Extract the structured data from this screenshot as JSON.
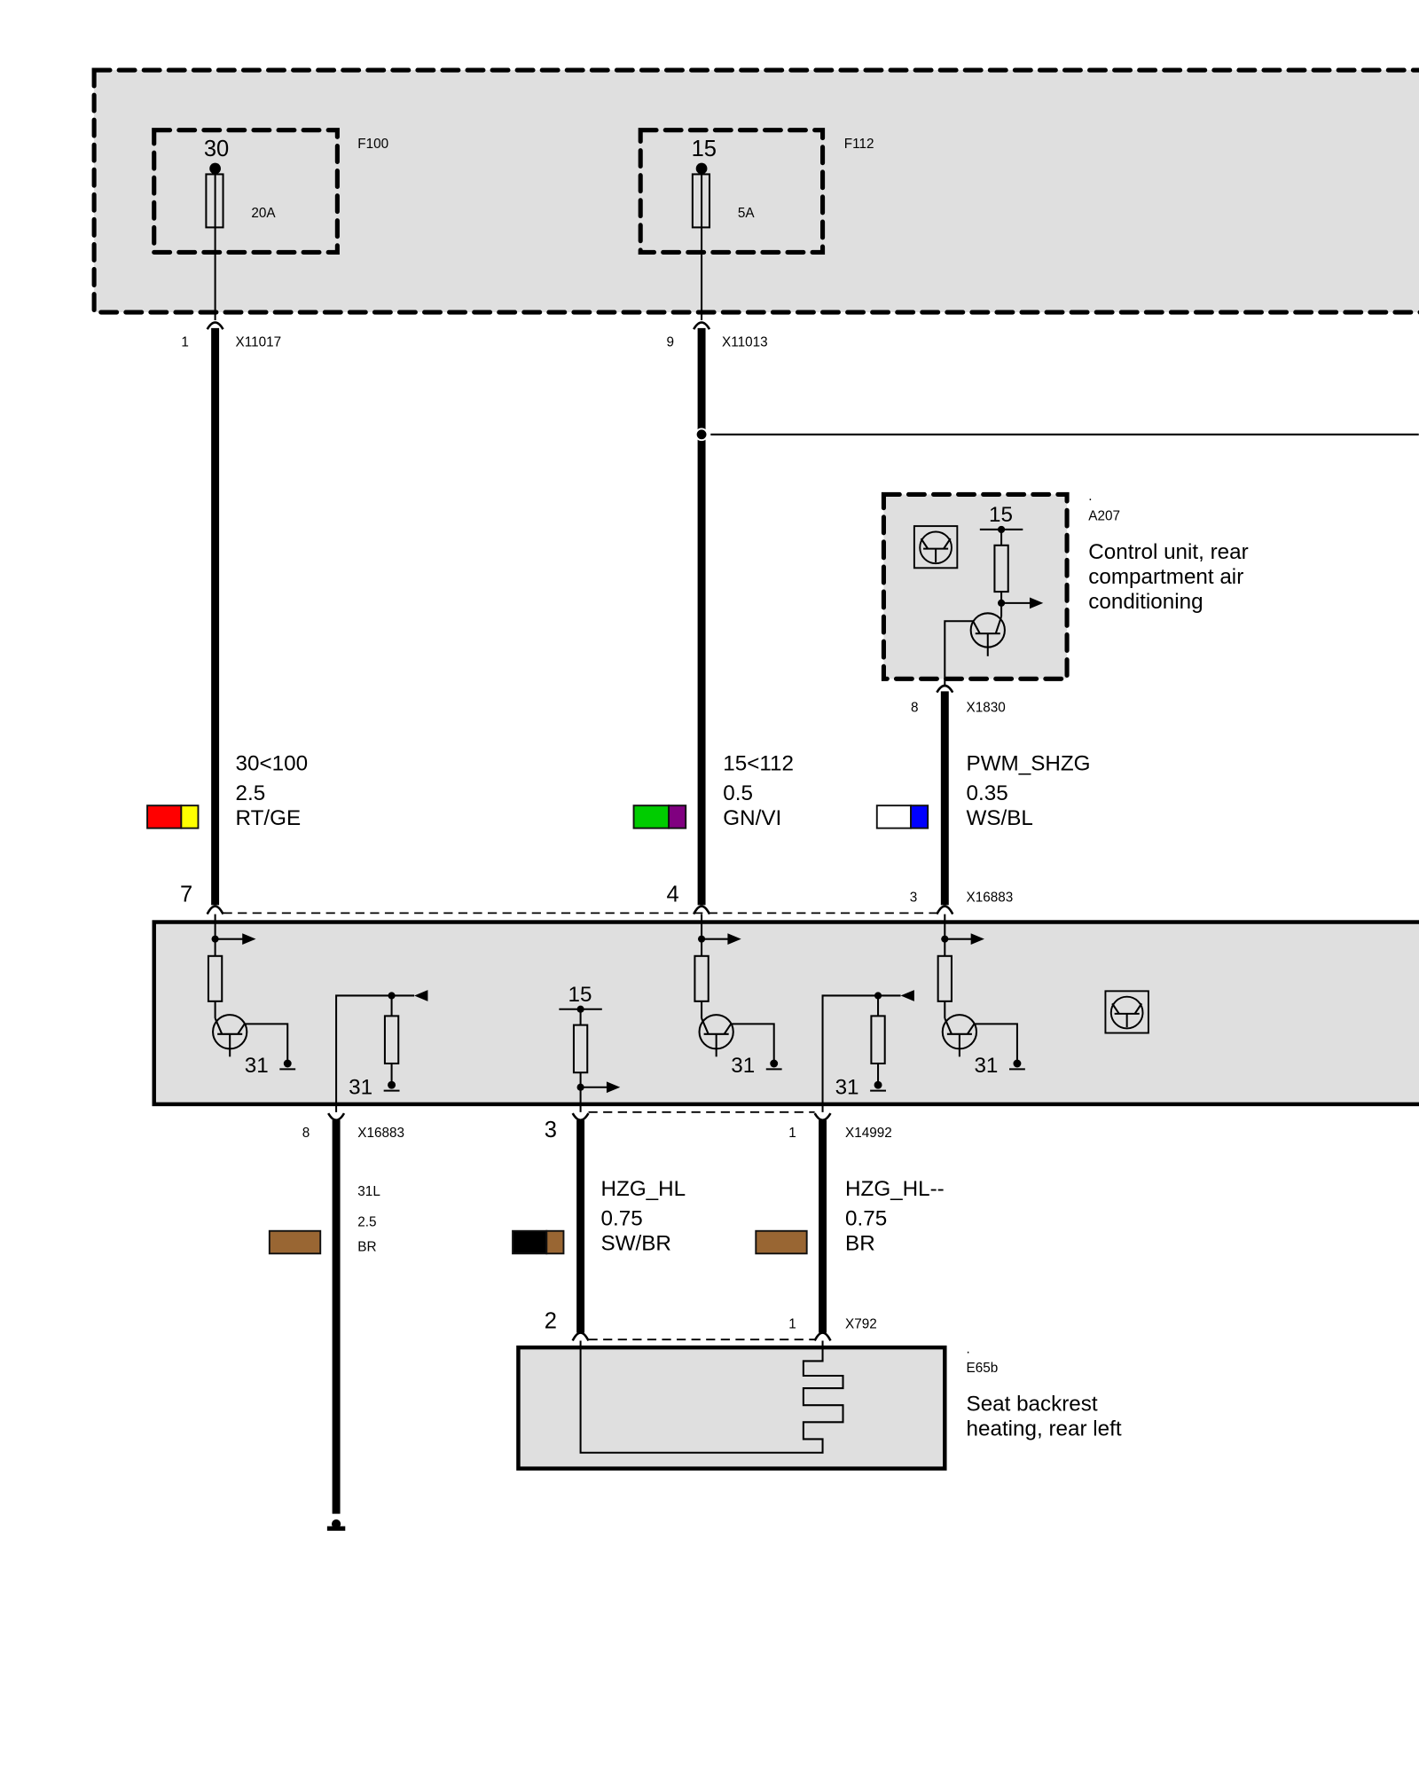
{
  "diagram": {
    "title": "Wiring diagram - seat backrest heating, rear left",
    "colors": {
      "module_fill": "#dfdfdf",
      "RT": "#ff0000",
      "GE": "#ffff00",
      "GN": "#00cc00",
      "VI": "#800080",
      "WS": "#ffffff",
      "BL": "#0000ff",
      "SW": "#000000",
      "BR": "#996633"
    },
    "fuses": [
      {
        "id": "F100",
        "terminal": "30",
        "rating": "20A"
      },
      {
        "id": "F112",
        "terminal": "15",
        "rating": "5A"
      }
    ],
    "connectors_top": [
      {
        "pin": "1",
        "id": "X11017"
      },
      {
        "pin": "9",
        "id": "X11013"
      }
    ],
    "a207": {
      "dot": ".",
      "id": "A207",
      "name_line1": "Control unit, rear",
      "name_line2": "compartment air",
      "name_line3": "conditioning",
      "supply": "15",
      "pin": "8",
      "connector": "X1830"
    },
    "wires_upper": [
      {
        "signal": "30<100",
        "gauge": "2.5",
        "color": "RT/GE"
      },
      {
        "signal": "15<112",
        "gauge": "0.5",
        "color": "GN/VI"
      },
      {
        "signal": "PWM_SHZG",
        "gauge": "0.35",
        "color": "WS/BL"
      }
    ],
    "module_pins_top": [
      {
        "pin": "7"
      },
      {
        "pin": "4"
      },
      {
        "pin": "3",
        "connector": "X16883"
      }
    ],
    "module_internal": {
      "ground": "31",
      "supply": "15"
    },
    "module_pins_bottom": [
      {
        "pin": "8",
        "connector": "X16883"
      },
      {
        "pin": "3"
      },
      {
        "pin": "1",
        "connector": "X14992"
      }
    ],
    "wires_lower": [
      {
        "signal": "31L",
        "gauge": "2.5",
        "color": "BR"
      },
      {
        "signal": "HZG_HL",
        "gauge": "0.75",
        "color": "SW/BR"
      },
      {
        "signal": "HZG_HL--",
        "gauge": "0.75",
        "color": "BR"
      }
    ],
    "e65b": {
      "dot": ".",
      "id": "E65b",
      "name_line1": "Seat backrest",
      "name_line2": "heating, rear left",
      "pin_left": "2",
      "pin_right": "1",
      "connector": "X792"
    }
  }
}
